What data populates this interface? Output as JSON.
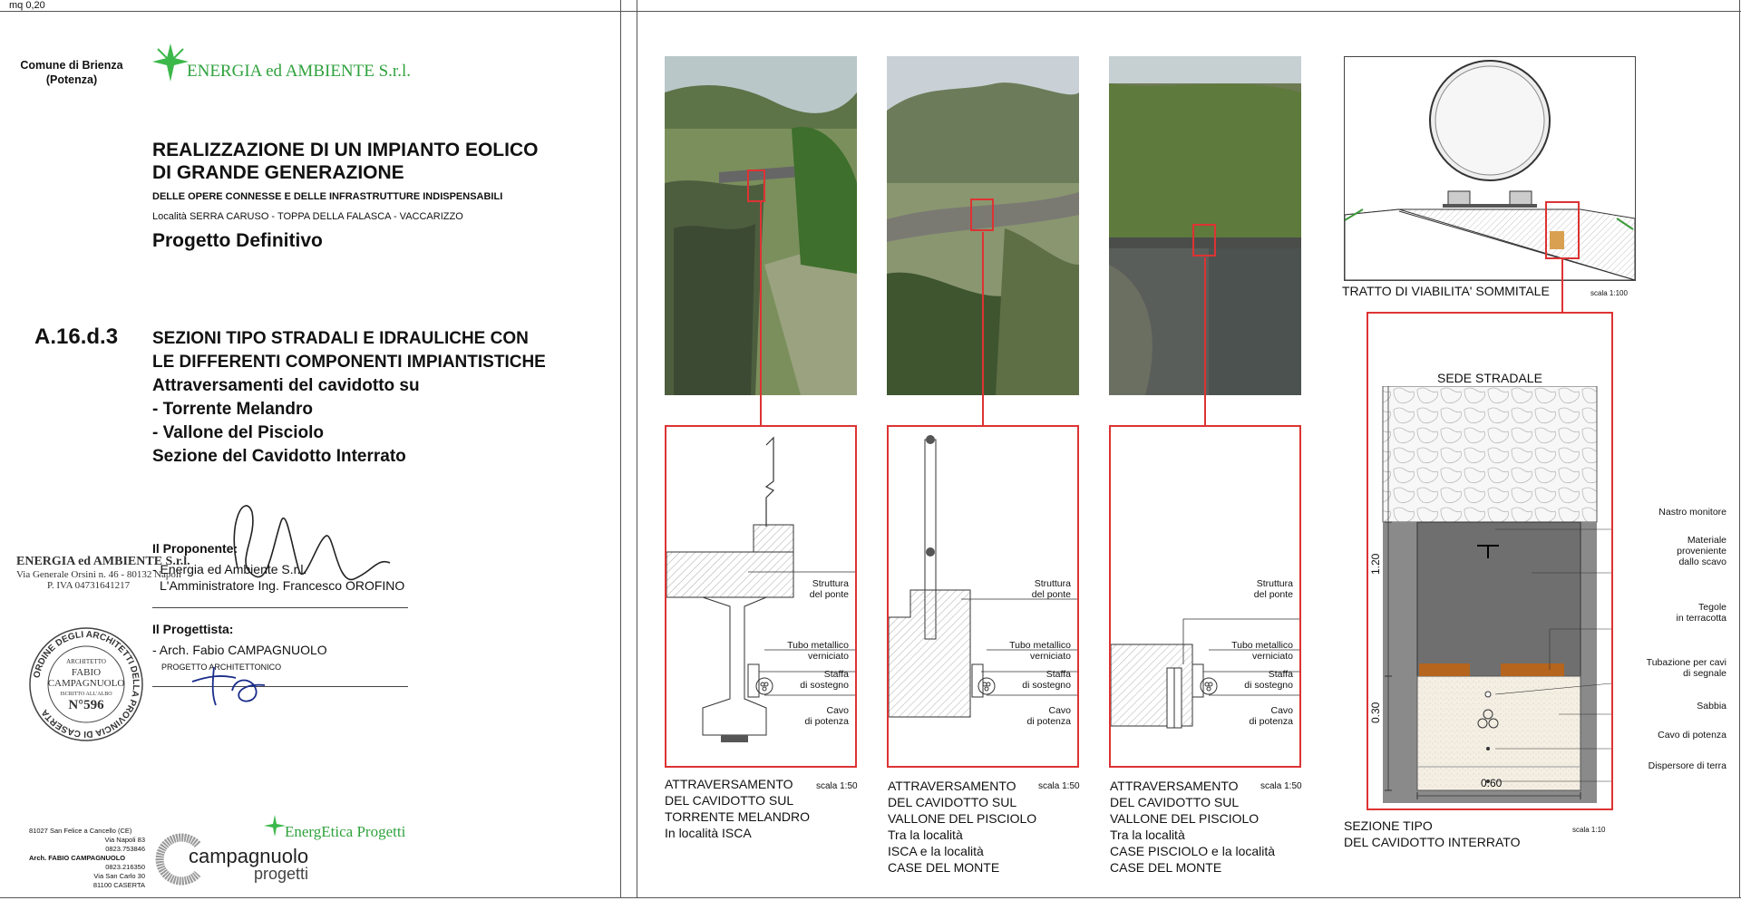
{
  "sheet": {
    "mq_label": "mq 0,20"
  },
  "header": {
    "municipality_line1": "Comune di Brienza",
    "municipality_line2": "(Potenza)",
    "company_logo_text": "ENERGIA ed AMBIENTE S.r.l."
  },
  "project": {
    "title_line1": "REALIZZAZIONE DI UN IMPIANTO EOLICO",
    "title_line2": "DI GRANDE GENERAZIONE",
    "subtitle": "DELLE OPERE CONNESSE E DELLE INFRASTRUTTURE INDISPENSABILI",
    "location": "Località  SERRA CARUSO - TOPPA DELLA FALASCA - VACCARIZZO",
    "phase": "Progetto Definitivo"
  },
  "document": {
    "code": "A.16.d.3",
    "line1": "SEZIONI TIPO STRADALI E IDRAULICHE CON",
    "line2": "LE DIFFERENTI COMPONENTI IMPIANTISTICHE",
    "line3": "Attraversamenti del cavidotto su",
    "line4": "- Torrente Melandro",
    "line5": "- Vallone del Pisciolo",
    "line6": "Sezione del Cavidotto Interrato"
  },
  "proponent": {
    "label": "Il Proponente:",
    "name": "- Energia ed Ambiente S.r.l.",
    "admin": "L'Amministratore Ing. Francesco OROFINO",
    "stamp_line1": "ENERGIA ed AMBIENTE S.r.l.",
    "stamp_line2": "Via Generale Orsini n. 46 - 80132 Napoli",
    "stamp_line3": "P. IVA 04731641217"
  },
  "designer": {
    "label": "Il Progettista:",
    "name": "- Arch. Fabio CAMPAGNUOLO",
    "role": "PROGETTO ARCHITETTONICO",
    "seal_ring": "ORDINE DEGLI ARCHITETTI DELLA PROVINCIA DI CASERTA",
    "seal_inner1": "ARCHITETTO",
    "seal_inner2": "FABIO",
    "seal_inner3": "CAMPAGNUOLO",
    "seal_inner4": "ISCRITTO ALL'ALBO",
    "seal_number": "N°596"
  },
  "footer": {
    "addr1": "81027 San Felice a Cancello (CE)",
    "addr2": "Via Napoli 83",
    "addr3": "0823.753846",
    "arch": "Arch. FABIO CAMPAGNUOLO",
    "addr4": "0823.216350",
    "addr5": "Via San Carlo 30",
    "addr6": "81100 CASERTA",
    "energetica": "EnergEtica Progetti",
    "campagnuolo1": "campagnuolo",
    "campagnuolo2": "progetti"
  },
  "details": [
    {
      "title": "ATTRAVERSAMENTO\nDEL CAVIDOTTO SUL\nTORRENTE MELANDRO\nIn località ISCA",
      "scale": "scala 1:50",
      "labels": [
        "Struttura\ndel ponte",
        "Tubo metallico\nverniciato",
        "Staffa\ndi sostegno",
        "Cavo\ndi potenza"
      ]
    },
    {
      "title": "ATTRAVERSAMENTO\nDEL CAVIDOTTO SUL\nVALLONE DEL PISCIOLO\nTra la località\nISCA e la località\nCASE DEL MONTE",
      "scale": "scala 1:50",
      "labels": [
        "Struttura\ndel ponte",
        "Tubo metallico\nverniciato",
        "Staffa\ndi sostegno",
        "Cavo\ndi potenza"
      ]
    },
    {
      "title": "ATTRAVERSAMENTO\nDEL CAVIDOTTO SUL\nVALLONE DEL PISCIOLO\nTra la località\nCASE PISCIOLO  e la località\nCASE DEL MONTE",
      "scale": "scala 1:50",
      "labels": [
        "Struttura\ndel ponte",
        "Tubo metallico\nverniciato",
        "Staffa\ndi sostegno",
        "Cavo\ndi potenza"
      ]
    }
  ],
  "road": {
    "top_caption": "TRATTO DI VIABILITA' SOMMITALE",
    "top_scale": "scala 1:100",
    "section_header": "SEDE STRADALE",
    "labels": {
      "nastro": "Nastro monitore",
      "materiale": "Materiale\nproveniente\ndallo scavo",
      "tegole": "Tegole\nin terracotta",
      "tubazione": "Tubazione per cavi\ndi segnale",
      "sabbia": "Sabbia",
      "cavo": "Cavo di potenza",
      "dispersore": "Dispersore di terra"
    },
    "dim_120": "1.20",
    "dim_030": "0.30",
    "dim_060": "0.60",
    "caption": "SEZIONE TIPO\nDEL CAVIDOTTO INTERRATO",
    "scale": "scala 1:10"
  },
  "colors": {
    "frame_red": "#d33",
    "logo_green": "#3cb84a",
    "terracotta": "#b5651d",
    "fill_grey": "#8a8a8a"
  }
}
